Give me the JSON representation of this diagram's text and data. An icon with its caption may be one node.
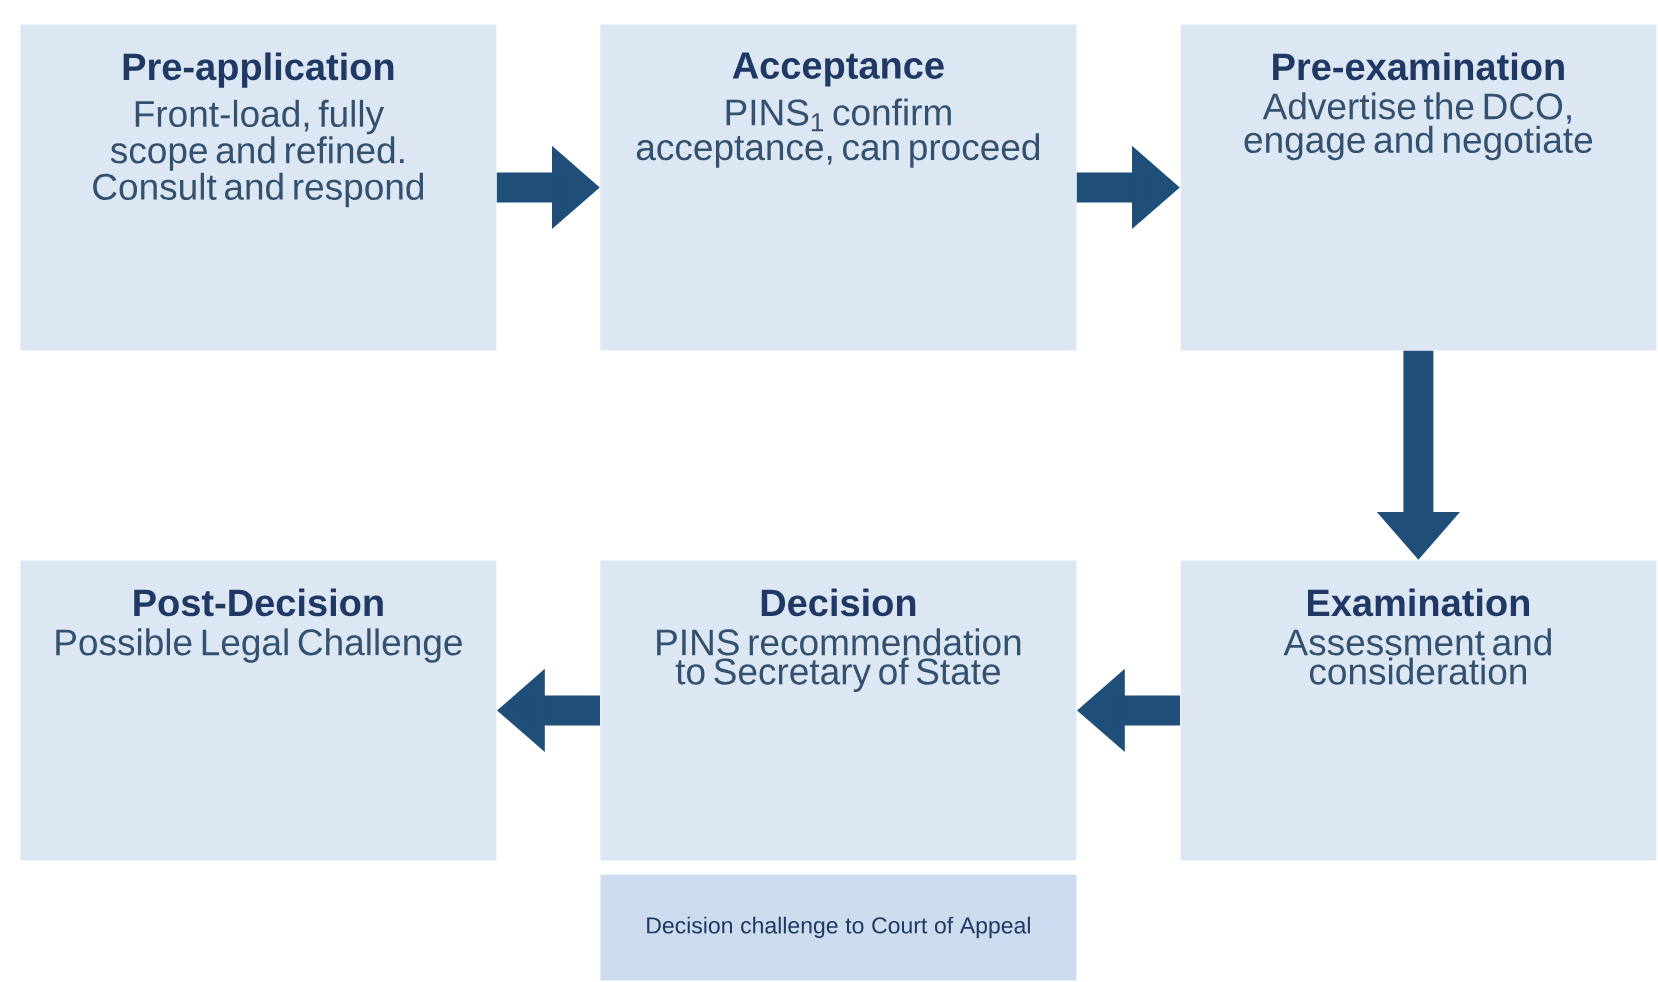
{
  "diagram": {
    "nodes": [
      {
        "text": [
          "Pre-application",
          "Front-load, fully scope and refined. Consult and respond"
        ]
      },
      {
        "text": [
          "Acceptance",
          "PINS$_{1}$ confirm acceptance, can proceed"
        ]
      },
      {
        "text": [
          "Pre-examination",
          "Advertise the DCO, engage and negotiate"
        ]
      },
      {
        "text": [
          "Examination",
          "Assessment and consideration"
        ]
      },
      {
        "text": [
          "Decision",
          "PINS recommendation to Secretary of State"
        ]
      },
      {
        "text": [
          "Post-Decision",
          "Possible Legal Challenge"
        ]
      },
      {
        "text": [
          "Decision challenge to Court of Appeal"
        ]
      }
    ],
    "edges": [
      {
        "from": 0,
        "to": 1,
        "arrow": "to"
      },
      {
        "from": 1,
        "to": 2,
        "arrow": "to"
      },
      {
        "from": 2,
        "to": 3,
        "arrow": "to"
      },
      {
        "from": 3,
        "to": 4,
        "arrow": "to"
      },
      {
        "from": 4,
        "to": 5,
        "arrow": "to"
      }
    ]
  }
}
